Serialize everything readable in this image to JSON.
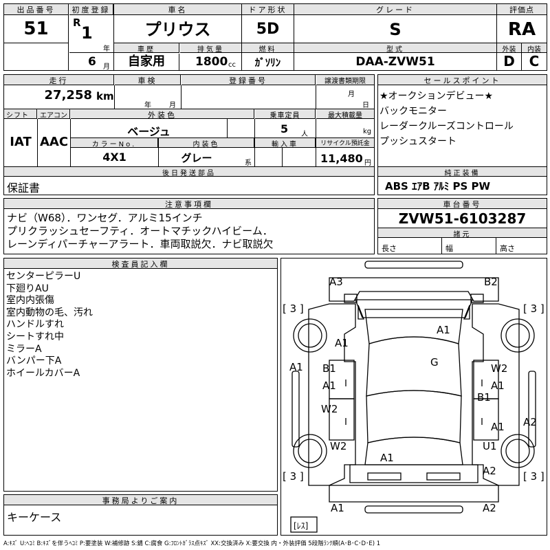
{
  "header": {
    "lot_no_label": "出品番号",
    "lot_no": "51",
    "first_reg_label": "初度登録",
    "first_reg_era": "R",
    "first_reg_year": "1",
    "year_unit": "年",
    "first_reg_month": "6",
    "month_unit": "月",
    "car_name_label": "車名",
    "car_name": "プリウス",
    "history_label": "車歴",
    "history": "自家用",
    "displacement_label": "排気量",
    "displacement": "1800",
    "displacement_unit": "cc",
    "door_label": "ドア形状",
    "door": "5D",
    "fuel_label": "燃料",
    "fuel": "ｶﾞｿﾘﾝ",
    "grade_label": "グレード",
    "grade": "S",
    "model_label": "型式",
    "model": "DAA-ZVW51",
    "score_label": "評価点",
    "score": "RA",
    "exterior_label": "外装",
    "exterior": "D",
    "interior_label": "内装",
    "interior": "C"
  },
  "row2": {
    "mileage_label": "走行",
    "mileage": "27,258",
    "mileage_unit": "km",
    "inspection_label": "車検",
    "insp_year_unit": "年",
    "insp_month_unit": "月",
    "registration_label": "登録番号",
    "transfer_label": "譲渡書類期限",
    "transfer_month_unit": "月",
    "transfer_day_unit": "日",
    "shift_label": "シフト",
    "shift": "IAT",
    "ac_label": "エアコン",
    "ac": "AAC",
    "ext_color_label": "外装色",
    "ext_color": "ベージュ",
    "capacity_label": "乗車定員",
    "capacity": "5",
    "capacity_unit": "人",
    "max_load_label": "最大積載量",
    "max_load_unit": "kg",
    "color_no_label": "カラーNo.",
    "color_no": "4X1",
    "int_color_label": "内装色",
    "int_color": "グレー",
    "int_color_unit": "系",
    "import_label": "輸入車",
    "recycle_label": "リサイクル預託金",
    "recycle": "11,480",
    "recycle_unit": "円"
  },
  "later_parts": {
    "label": "後日発送部品",
    "value": "保証書"
  },
  "sales_points": {
    "label": "セールスポイント",
    "items": [
      "★オークションデビュー★",
      "バックモニター",
      "レーダークルーズコントロール",
      "プッシュスタート"
    ]
  },
  "equipment": {
    "label": "純正装備",
    "value": "ABS ｴｱB ｱﾙﾐ PS PW"
  },
  "notes": {
    "label": "注意事項欄",
    "lines": [
      "ナビ（W68）．ワンセグ．アルミ15インチ",
      "プリクラッシュセーフティ．オートマチックハイビーム．",
      "レーンディパーチャーアラート．車両取説欠．ナビ取説欠"
    ]
  },
  "chassis": {
    "label": "車台番号",
    "value": "ZVW51-6103287",
    "dims_label": "諸元",
    "length_label": "長さ",
    "width_label": "幅",
    "height_label": "高さ"
  },
  "inspector": {
    "label": "検査員記入欄",
    "lines": [
      "センターピラーU",
      "下廻りAU",
      "室内内張傷",
      "室内動物の毛、汚れ",
      "ハンドルすれ",
      "シートすれ中",
      "ミラーA",
      "バンパー下A",
      "ホイールカバーA"
    ]
  },
  "office": {
    "label": "事務局よりご案内",
    "value": "キーケース"
  },
  "diagram": {
    "marks": [
      "A3",
      "B2",
      "[ 3 ]",
      "[ 3 ]",
      "A1",
      "A1",
      "G",
      "A1",
      "B1",
      "A1",
      "W2",
      "A1",
      "B1",
      "W2",
      "A1",
      "A2",
      "W2",
      "A1",
      "U1",
      "A2",
      "[ 3 ]",
      "[ 3 ]",
      "A1",
      "A2",
      "[ﾚｽ]"
    ]
  },
  "legend": "A:ｷｽﾞ U:ﾍｺﾐ B:ｷｽﾞを伴うﾍｺﾐ P:要塗装 W:補修跡 S:錆 C:腐食 G:ﾌﾛﾝﾄｶﾞﾗｽ点ｷｽﾞ XX:交換済み X:要交換 内・外装評価 5段階ﾗﾝｸ順(A･B･C･D･E) 1"
}
